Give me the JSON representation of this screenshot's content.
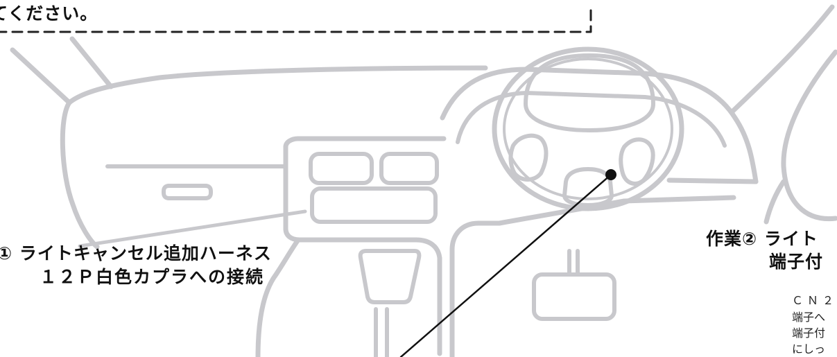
{
  "note_text": "てください。",
  "step1": {
    "title": "① ライトキャンセル追加ハーネス",
    "subtitle": "１２Ｐ白色カプラへの接続"
  },
  "step2": {
    "title": "作業② ライト",
    "subtitle": "端子付",
    "body": [
      "ＣＮ２",
      "端子へ",
      "端子付",
      "にしっ"
    ]
  },
  "colors": {
    "outline": "#c8c8cc",
    "leader": "#111111",
    "dashed_border": "#222222",
    "text": "#111111"
  },
  "icons": {
    "connection_point": "filled-circle"
  }
}
